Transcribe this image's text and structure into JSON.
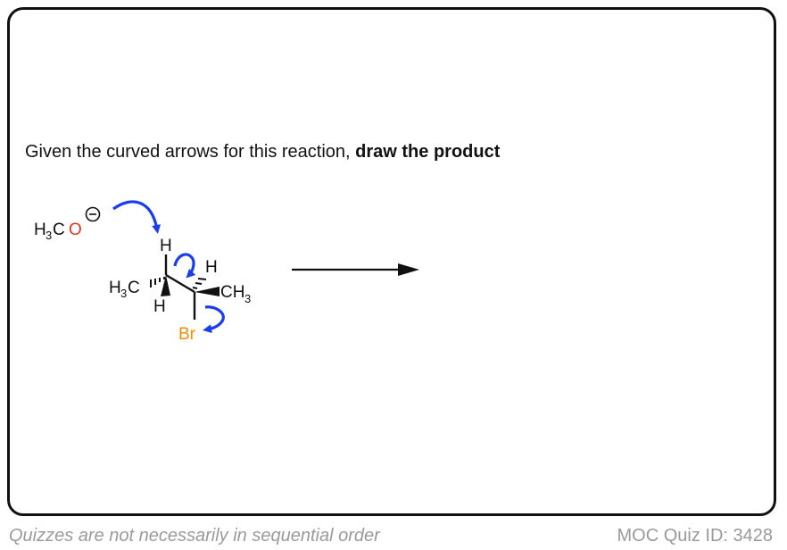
{
  "prompt": {
    "text_regular": "Given the curved arrows for this reaction, ",
    "text_bold": "draw the product"
  },
  "molecule": {
    "base_h": "H",
    "base_sub": "3",
    "base_c": "C",
    "base_o": "O",
    "left_methyl_h": "H",
    "left_methyl_sub": "3",
    "left_methyl_c": "C",
    "right_methyl_c": "CH",
    "right_methyl_sub": "3",
    "top_h": "H",
    "bottom_h": "H",
    "right_h": "H",
    "bromine": "Br"
  },
  "colors": {
    "oxygen": "#e8321e",
    "bromine": "#f08c00",
    "curved_arrow": "#1a3cf0",
    "bond": "#111111"
  },
  "footer": {
    "note": "Quizzes are not necessarily in sequential order",
    "quiz_id": "MOC Quiz ID: 3428"
  }
}
